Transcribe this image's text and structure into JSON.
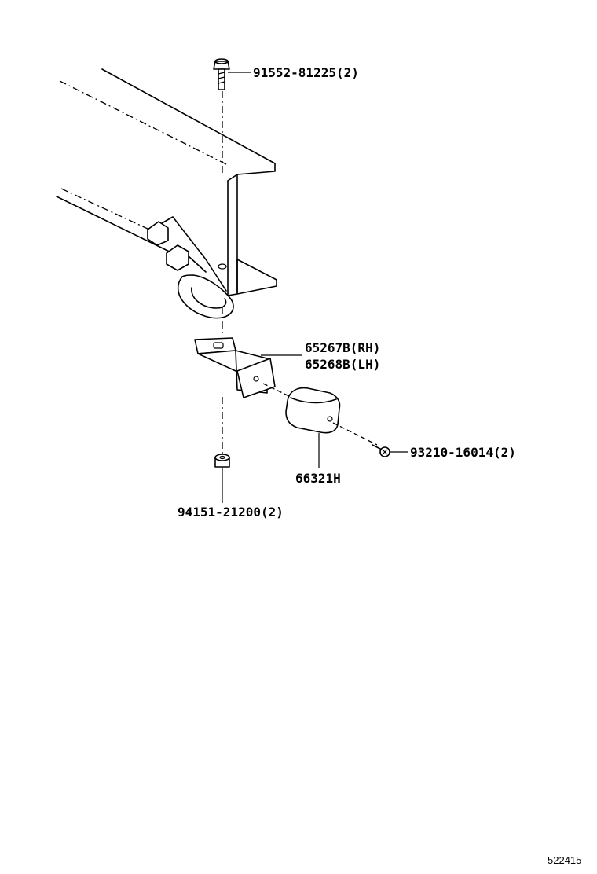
{
  "parts": [
    {
      "id": "bolt-top",
      "label": "91552-81225(2)"
    },
    {
      "id": "bracket-rh",
      "label": "65267B(RH)"
    },
    {
      "id": "bracket-lh",
      "label": "65268B(LH)"
    },
    {
      "id": "screw",
      "label": "93210-16014(2)"
    },
    {
      "id": "cushion",
      "label": "66321H"
    },
    {
      "id": "nut",
      "label": "94151-21200(2)"
    }
  ],
  "figure_id": "522415"
}
